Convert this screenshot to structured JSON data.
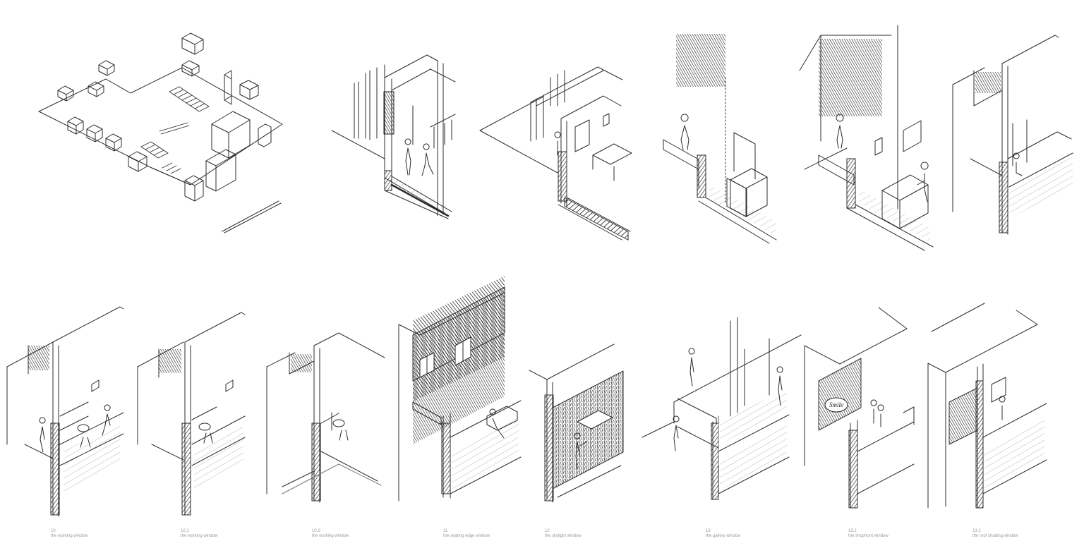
{
  "sheet": {
    "panels": [
      {
        "id": "site-plan",
        "caption_num": "",
        "caption_text": ""
      },
      {
        "id": "wardrobe-window",
        "caption_num": "",
        "caption_text": ""
      },
      {
        "id": "kitchen-window",
        "caption_num": "",
        "caption_text": ""
      },
      {
        "id": "entry-window",
        "caption_num": "",
        "caption_text": ""
      },
      {
        "id": "counter-window",
        "caption_num": "",
        "caption_text": ""
      },
      {
        "id": "corner-desk-window",
        "caption_num": "",
        "caption_text": ""
      },
      {
        "id": "working-window-a",
        "caption_num": "10",
        "caption_text": "the working window"
      },
      {
        "id": "working-window-b",
        "caption_num": "10.1",
        "caption_text": "the working window"
      },
      {
        "id": "working-window-c",
        "caption_num": "10.2",
        "caption_text": "the working window"
      },
      {
        "id": "seating-window",
        "caption_num": "11",
        "caption_text": "the seating edge window"
      },
      {
        "id": "skylight-window",
        "caption_num": "12",
        "caption_text": "the skylight window"
      },
      {
        "id": "gallery-window",
        "caption_num": "13",
        "caption_text": "the gallery window"
      },
      {
        "id": "shopfront-window",
        "caption_num": "13.1",
        "caption_text": "the shopfront window"
      },
      {
        "id": "roof-window",
        "caption_num": "13.2",
        "caption_text": "the roof shading window"
      }
    ],
    "sign_text": "Smile"
  },
  "colors": {
    "ink": "#2b2b2b",
    "hatch": "#333333",
    "paper": "#ffffff",
    "caption": "#9a9a9a"
  }
}
